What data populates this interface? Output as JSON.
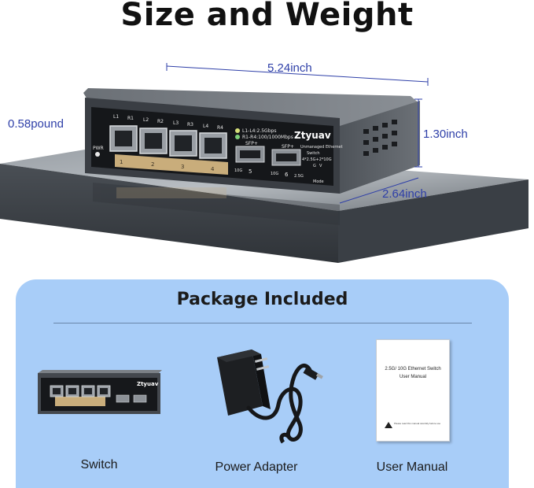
{
  "title": "Size and Weight",
  "dimensions": {
    "length": "5.24inch",
    "weight": "0.58pound",
    "height": "1.30inch",
    "depth": "2.64inch"
  },
  "device": {
    "brand": "Ztyuav",
    "subtitle_line1": "Unmanaged Ethernet",
    "subtitle_line2": "Switch",
    "subtitle_line3": "4*2.5G+2*10G",
    "led_legend_1": "L1-L4:2.5Gbps",
    "led_legend_2": "R1-R4:100/1000Mbps",
    "pwr": "PWR",
    "sfp_label": "SFP+",
    "port_top_labels": [
      "L1",
      "R1",
      "L2",
      "R2",
      "L3",
      "R3",
      "L4",
      "R4"
    ],
    "port_numbers": [
      "1",
      "2",
      "3",
      "4"
    ],
    "bottom_labels": [
      "10G",
      "5",
      "10G",
      "6",
      "2.5G"
    ],
    "mode_label": "Mode",
    "switch_labels": [
      "G",
      "V"
    ]
  },
  "package": {
    "title": "Package Included",
    "items": [
      {
        "label": "Switch"
      },
      {
        "label": "Power Adapter"
      },
      {
        "label": "User Manual"
      }
    ],
    "manual_title_1": "2.5G/ 10G Ethernet Switch",
    "manual_title_2": "User Manual",
    "manual_note": "Please read this manual carefully before use"
  },
  "colors": {
    "dimension_text": "#2e3fa8",
    "panel": "#a8cdf8",
    "device_body": "#555a60",
    "gold": "#c9ad7b"
  }
}
